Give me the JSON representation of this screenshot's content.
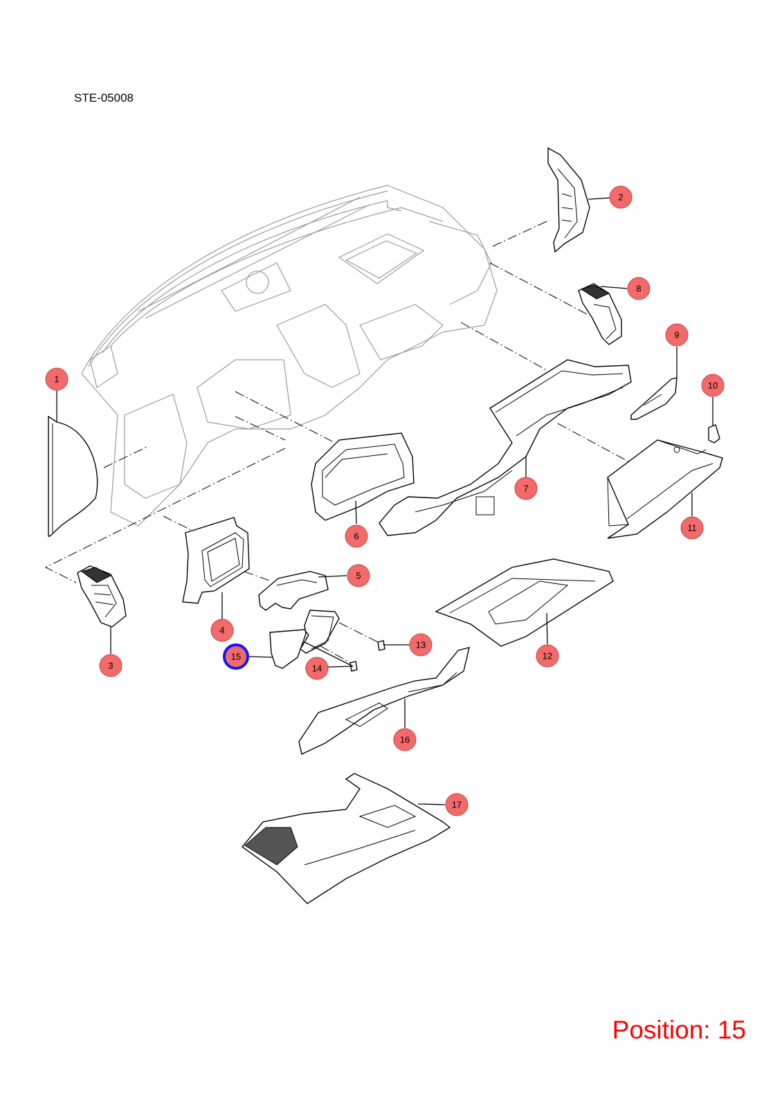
{
  "diagram": {
    "code": "STE-05008",
    "position_label": "Position: 15",
    "selected_callout": "15",
    "colors": {
      "callout_fill": "#f36a6a",
      "selected_ring": "#1414ff",
      "position_text": "#ff0000"
    },
    "callouts": [
      {
        "label": "1"
      },
      {
        "label": "2"
      },
      {
        "label": "3"
      },
      {
        "label": "4"
      },
      {
        "label": "5"
      },
      {
        "label": "6"
      },
      {
        "label": "7"
      },
      {
        "label": "8"
      },
      {
        "label": "9"
      },
      {
        "label": "10"
      },
      {
        "label": "11"
      },
      {
        "label": "12"
      },
      {
        "label": "13"
      },
      {
        "label": "14"
      },
      {
        "label": "15"
      },
      {
        "label": "16"
      },
      {
        "label": "17"
      }
    ]
  }
}
